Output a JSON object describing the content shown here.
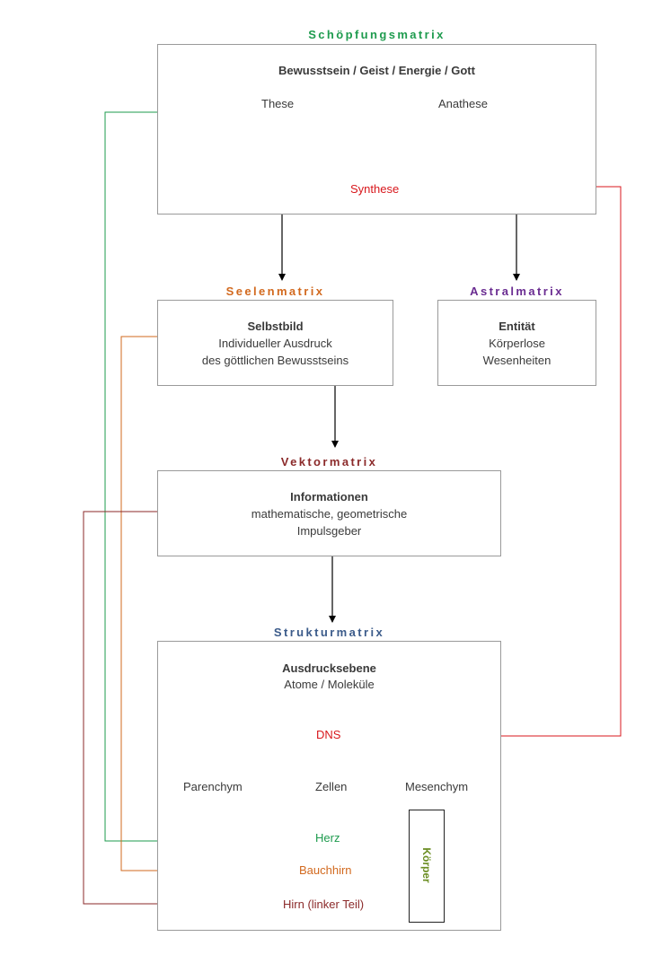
{
  "schoepfung": {
    "title": "Schöpfungsmatrix",
    "heading": "Bewusstsein / Geist / Energie / Gott",
    "these": "These",
    "anathese": "Anathese",
    "synthese": "Synthese"
  },
  "seelen": {
    "title": "Seelenmatrix",
    "heading": "Selbstbild",
    "line1": "Individueller Ausdruck",
    "line2": "des göttlichen Bewusstseins"
  },
  "astral": {
    "title": "Astralmatrix",
    "heading": "Entität",
    "line1": "Körperlose",
    "line2": "Wesenheiten"
  },
  "vektor": {
    "title": "Vektormatrix",
    "heading": "Informationen",
    "line1": "mathematische, geometrische",
    "line2": "Impulsgeber"
  },
  "struktur": {
    "title": "Strukturmatrix",
    "heading": "Ausdrucksebene",
    "line1": "Atome / Moleküle",
    "dns": "DNS",
    "parenchym": "Parenchym",
    "zellen": "Zellen",
    "mesenchym": "Mesenchym",
    "herz": "Herz",
    "bauchhirn": "Bauchhirn",
    "hirn": "Hirn (linker Teil)",
    "koerper": "Körper"
  },
  "colors": {
    "green": "#1e9b4e",
    "orange": "#d2691e",
    "purple": "#6a2c91",
    "darkred": "#8b2a2a",
    "blue": "#3b5b8a",
    "red": "#d8171c",
    "olive": "#6b8e23"
  }
}
